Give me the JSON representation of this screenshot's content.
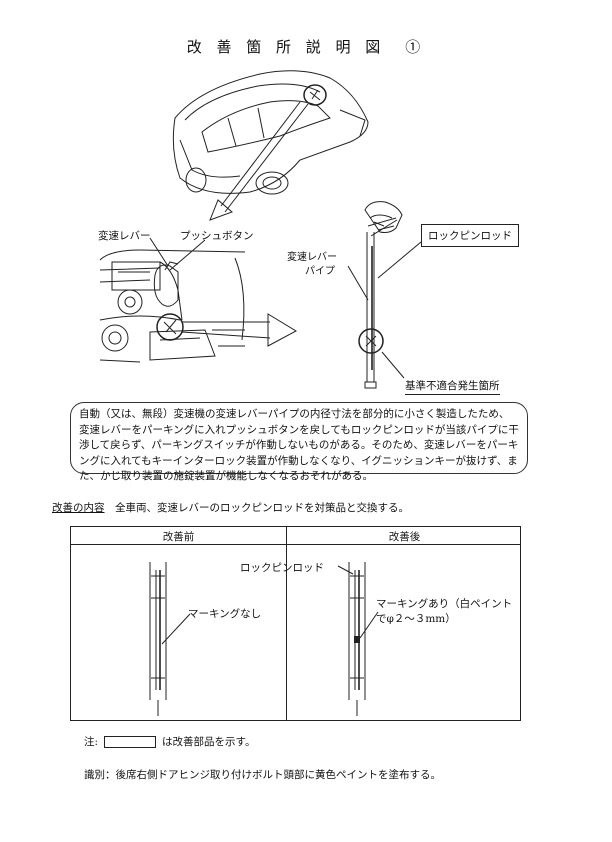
{
  "title": "改 善 箇 所 説 明 図　①",
  "labels": {
    "shift_lever": "変速レバー",
    "push_button": "プッシュボタン",
    "shift_lever_pipe_1": "変速レバー",
    "shift_lever_pipe_2": "パイプ",
    "lock_pin_rod_box": "ロックピンロッド",
    "nonconforming": "基準不適合発生箇所"
  },
  "description": "自動（又は、無段）変速機の変速レバーパイプの内径寸法を部分的に小さく製造したため、変速レバーをパーキングに入れプッシュボタンを戻してもロックピンロッドが当該パイプに干渉して戻らず、パーキングスイッチが作動しないものがある。そのため、変速レバーをパーキングに入れてもキーインターロック装置が作動しなくなり、イグニッションキーが抜けず、また、かじ取り装置の施錠装置が機能しなくなるおそれがある。",
  "content": {
    "heading": "改善の内容",
    "text": "全車両、変速レバーのロックピンロッドを対策品と交換する。"
  },
  "table": {
    "before": "改善前",
    "after": "改善後",
    "rod_label": "ロックピンロッド",
    "no_marking": "マーキングなし",
    "marking_1": "マーキングあり（白ペイント",
    "marking_2": "でφ２～３mm）"
  },
  "note": {
    "prefix": "注:",
    "suffix": "は改善部品を示す。"
  },
  "identification": "識別：後席右側ドアヒンジ取り付けボルト頭部に黄色ペイントを塗布する。"
}
